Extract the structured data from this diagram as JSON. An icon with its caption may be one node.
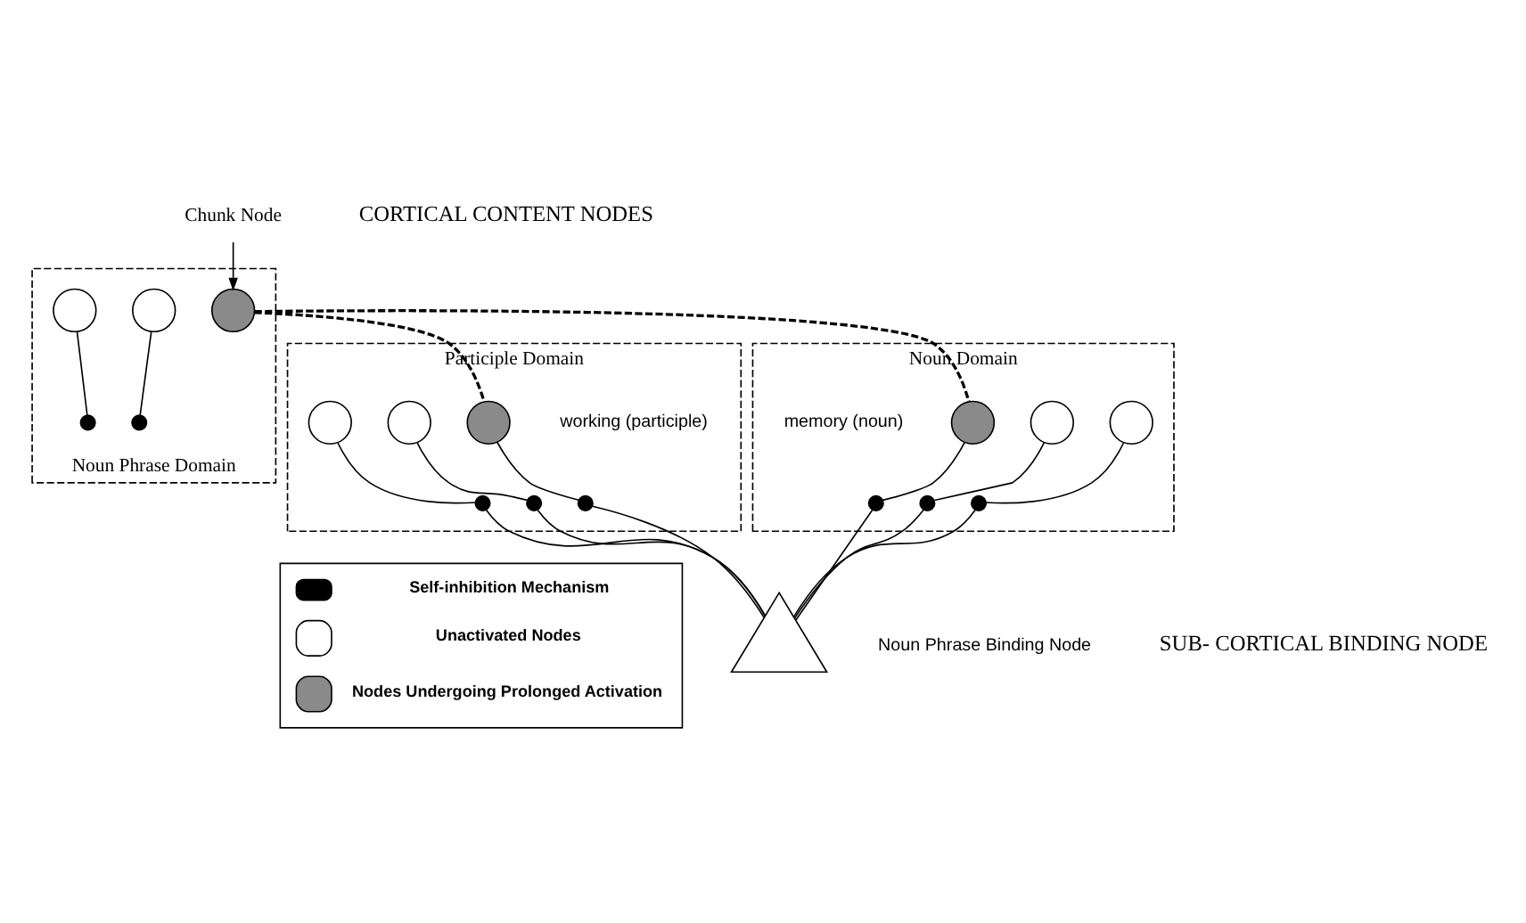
{
  "diagram": {
    "nodes": [
      {
        "text": [
          "Chunk Node"
        ]
      },
      {
        "text": [
          "Noun Phrase Domain"
        ]
      },
      {
        "text": [],
        "shape": "circle",
        "in": 1
      },
      {
        "text": [],
        "shape": "dot",
        "in": 1
      },
      {
        "text": [],
        "shape": "hatched-circle",
        "in": 1
      },
      {
        "text": [],
        "shape": "circle",
        "in": 1
      },
      {
        "text": [],
        "shape": "dot",
        "in": 1
      },
      {
        "text": [
          "Participle Domain"
        ]
      },
      {
        "text": [],
        "shape": "circle",
        "in": 7
      },
      {
        "text": [],
        "shape": "dot",
        "in": 7
      },
      {
        "text": [],
        "shape": "circle",
        "in": 7
      },
      {
        "text": [],
        "shape": "dot",
        "in": 7
      },
      {
        "text": [],
        "shape": "hatched-circle",
        "in": 7,
        "beside": [
          "working (participle)"
        ]
      },
      {
        "text": [],
        "shape": "dot",
        "in": 7
      },
      {
        "text": [
          "Noun Domain"
        ]
      },
      {
        "text": [],
        "shape": "hatched-circle",
        "in": 14,
        "beside": [
          "memory (noun)"
        ]
      },
      {
        "text": [],
        "shape": "dot",
        "in": 14
      },
      {
        "text": [],
        "shape": "circle",
        "in": 14
      },
      {
        "text": [],
        "shape": "dot",
        "in": 14
      },
      {
        "text": [],
        "shape": "circle",
        "in": 14
      },
      {
        "text": [],
        "shape": "dot",
        "in": 14
      },
      {
        "text": [],
        "shape": "triangle",
        "beside": [
          "Noun Phrase Binding Node"
        ]
      }
    ],
    "edges": [
      {
        "from": 0,
        "to": 4,
        "arrow": "to"
      },
      {
        "from": 2,
        "to": 3,
        "arrow": "none"
      },
      {
        "from": 5,
        "to": 6,
        "arrow": "none"
      },
      {
        "from": 4,
        "to": 12,
        "arrow": "none",
        "style": "dashed"
      },
      {
        "from": 4,
        "to": 15,
        "arrow": "none",
        "style": "dashed"
      },
      {
        "from": 8,
        "to": 9,
        "arrow": "none"
      },
      {
        "from": 10,
        "to": 11,
        "arrow": "none"
      },
      {
        "from": 12,
        "to": 13,
        "arrow": "none"
      },
      {
        "from": 15,
        "to": 16,
        "arrow": "none"
      },
      {
        "from": 17,
        "to": 18,
        "arrow": "none"
      },
      {
        "from": 19,
        "to": 20,
        "arrow": "none"
      },
      {
        "from": 9,
        "to": 21,
        "arrow": "none"
      },
      {
        "from": 11,
        "to": 21,
        "arrow": "none"
      },
      {
        "from": 13,
        "to": 21,
        "arrow": "none"
      },
      {
        "from": 16,
        "to": 21,
        "arrow": "none"
      },
      {
        "from": 18,
        "to": 21,
        "arrow": "none"
      },
      {
        "from": 20,
        "to": 21,
        "arrow": "none"
      }
    ],
    "labels": [
      "CORTICAL CONTENT NODES",
      "SUB- CORTICAL BINDING NODE"
    ],
    "legend": [
      {
        "text": "Self-inhibition Mechanism"
      },
      {
        "text": "Unactivated Nodes"
      },
      {
        "text": "Nodes Undergoing Prolonged Activation"
      }
    ]
  }
}
